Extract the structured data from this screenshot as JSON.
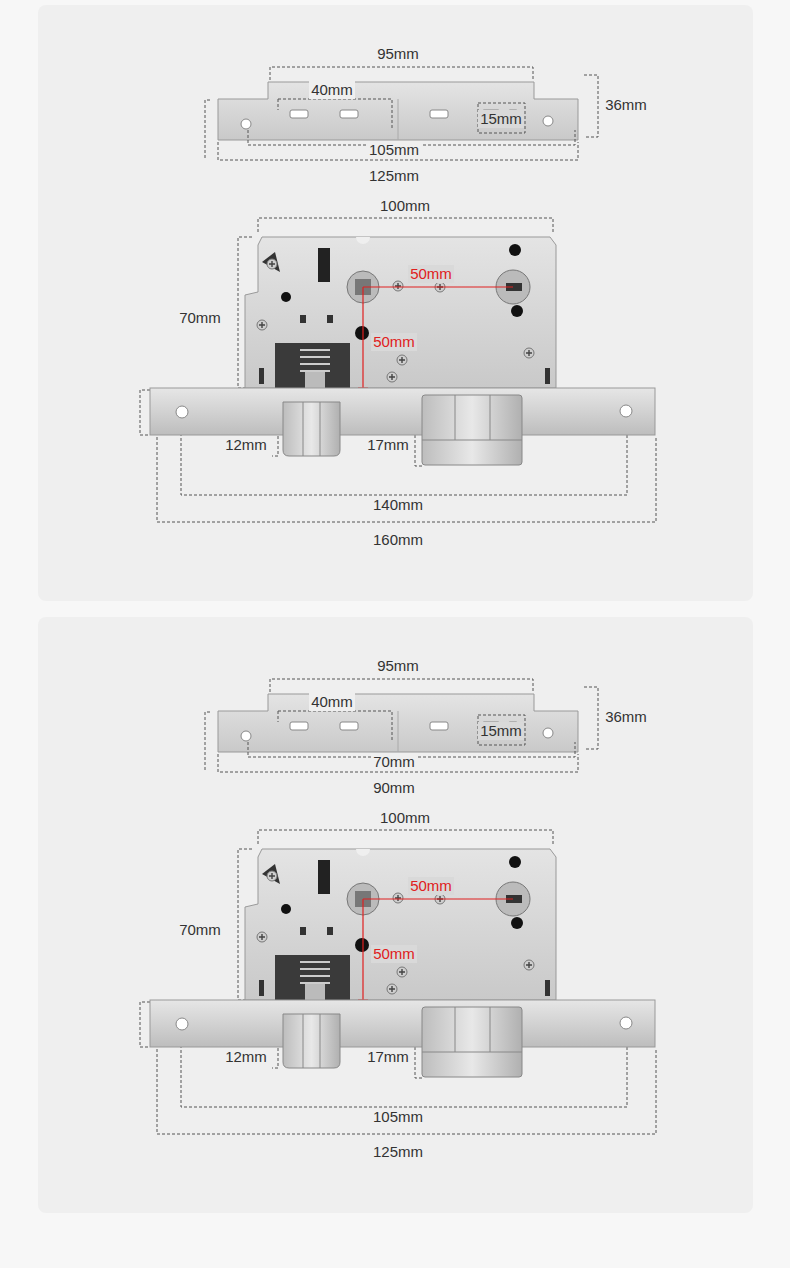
{
  "diagram": {
    "labels": [
      "95mm",
      "40mm",
      "36mm",
      "15mm",
      "105mm",
      "125mm",
      "100mm",
      "50mm",
      "70mm",
      "50mm",
      "12mm",
      "17mm",
      "140mm",
      "160mm",
      "95mm",
      "40mm",
      "36mm",
      "15mm",
      "70mm",
      "90mm",
      "100mm",
      "50mm",
      "70mm",
      "50mm",
      "12mm",
      "17mm",
      "105mm",
      "125mm"
    ]
  }
}
